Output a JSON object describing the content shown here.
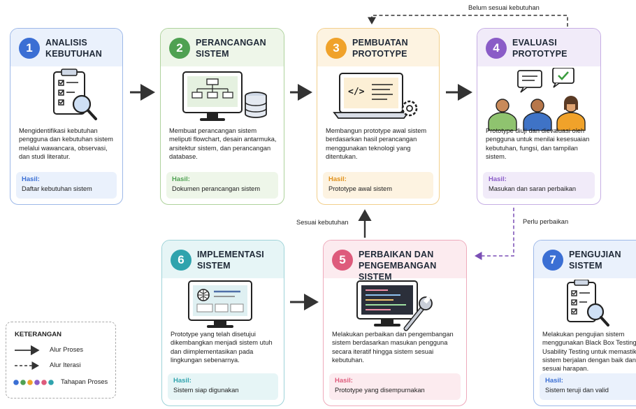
{
  "stages": [
    {
      "num": "1",
      "title1": "ANALISIS",
      "title2": "KEBUTUHAN",
      "color": "#3b6fd4",
      "bg": "#eaf1fc",
      "border": "#9db8e8",
      "desc": "Mengidentifikasi kebutuhan pengguna dan kebutuhan sistem melalui wawancara, observasi, dan studi literatur.",
      "result_label": "Hasil:",
      "result": "Daftar kebutuhan sistem"
    },
    {
      "num": "2",
      "title1": "PERANCANGAN",
      "title2": "SISTEM",
      "color": "#4fa152",
      "bg": "#eef6e9",
      "border": "#aed29c",
      "desc": "Membuat perancangan sistem meliputi flowchart, desain antarmuka, arsitektur sistem, dan perancangan database.",
      "result_label": "Hasil:",
      "result": "Dokumen perancangan sistem"
    },
    {
      "num": "3",
      "title1": "PEMBUATAN",
      "title2": "PROTOTYPE",
      "color": "#f0a22a",
      "bg": "#fdf3e1",
      "border": "#f2cf8c",
      "desc": "Membangun prototype awal sistem berdasarkan hasil perancangan menggunakan teknologi yang ditentukan.",
      "result_label": "Hasil:",
      "result": "Prototype awal sistem"
    },
    {
      "num": "4",
      "title1": "EVALUASI",
      "title2": "PROTOTYPE",
      "color": "#8a5cc7",
      "bg": "#f1ebf9",
      "border": "#c6aee4",
      "desc": "Prototype diuji dan dievaluasi oleh pengguna untuk menilai kesesuaian kebutuhan, fungsi, dan tampilan sistem.",
      "result_label": "Hasil:",
      "result": "Masukan dan saran perbaikan"
    },
    {
      "num": "5",
      "title1": "PERBAIKAN DAN",
      "title2": "PENGEMBANGAN SISTEM",
      "color": "#de5b7c",
      "bg": "#fcebef",
      "border": "#eeaabb",
      "desc": "Melakukan perbaikan dan pengembangan sistem berdasarkan masukan pengguna secara iteratif hingga sistem sesuai kebutuhan.",
      "result_label": "Hasil:",
      "result": "Prototype yang disempurnakan"
    },
    {
      "num": "6",
      "title1": "IMPLEMENTASI",
      "title2": "SISTEM",
      "color": "#2fa3ad",
      "bg": "#e6f5f6",
      "border": "#9ed3d8",
      "desc": "Prototype yang telah disetujui dikembangkan menjadi sistem utuh dan diimplementasikan pada lingkungan sebenarnya.",
      "result_label": "Hasil:",
      "result": "Sistem siap digunakan"
    },
    {
      "num": "7",
      "title1": "PENGUJIAN",
      "title2": "SISTEM",
      "color": "#3b6fd4",
      "bg": "#eaf1fc",
      "border": "#9db8e8",
      "desc": "Melakukan pengujian sistem menggunakan Black Box Testing dan Usability Testing untuk memastikan sistem berjalan dengan baik dan sesuai harapan.",
      "result_label": "Hasil:",
      "result": "Sistem teruji dan valid"
    }
  ],
  "flow_labels": {
    "not_matching": "Belum sesuai kebutuhan",
    "needs_fix": "Perlu perbaikan",
    "matching": "Sesuai kebutuhan"
  },
  "legend": {
    "title": "KETERANGAN",
    "process": "Alur Proses",
    "iteration": "Alur Iterasi",
    "stages": "Tahapan Proses",
    "dot_colors": [
      "#3b6fd4",
      "#4fa152",
      "#f0a22a",
      "#8a5cc7",
      "#de5b7c",
      "#2fa3ad"
    ]
  }
}
